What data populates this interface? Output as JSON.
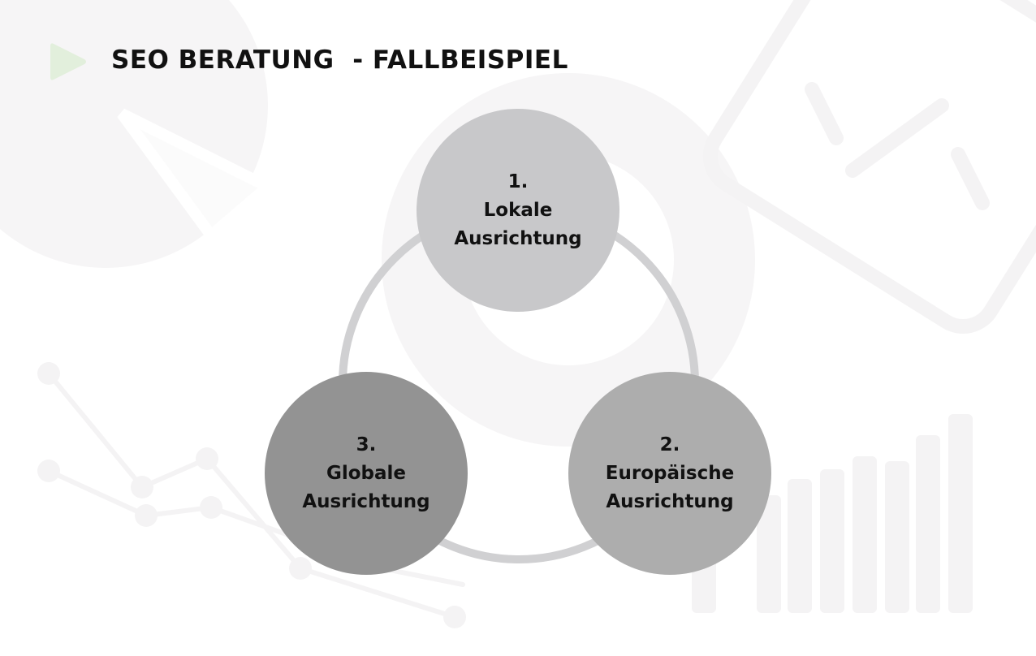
{
  "title": "SEO BERATUNG  - FALLBEISPIEL",
  "colors": {
    "accent": "#e2efdc",
    "ring": "#d0d0d2",
    "node1": "#c8c8ca",
    "node2": "#adadad",
    "node3": "#939393"
  },
  "nodes": [
    {
      "number": "1.",
      "line1": "Lokale",
      "line2": "Ausrichtung"
    },
    {
      "number": "2.",
      "line1": "Europäische",
      "line2": "Ausrichtung"
    },
    {
      "number": "3.",
      "line1": "Globale",
      "line2": "Ausrichtung"
    }
  ]
}
